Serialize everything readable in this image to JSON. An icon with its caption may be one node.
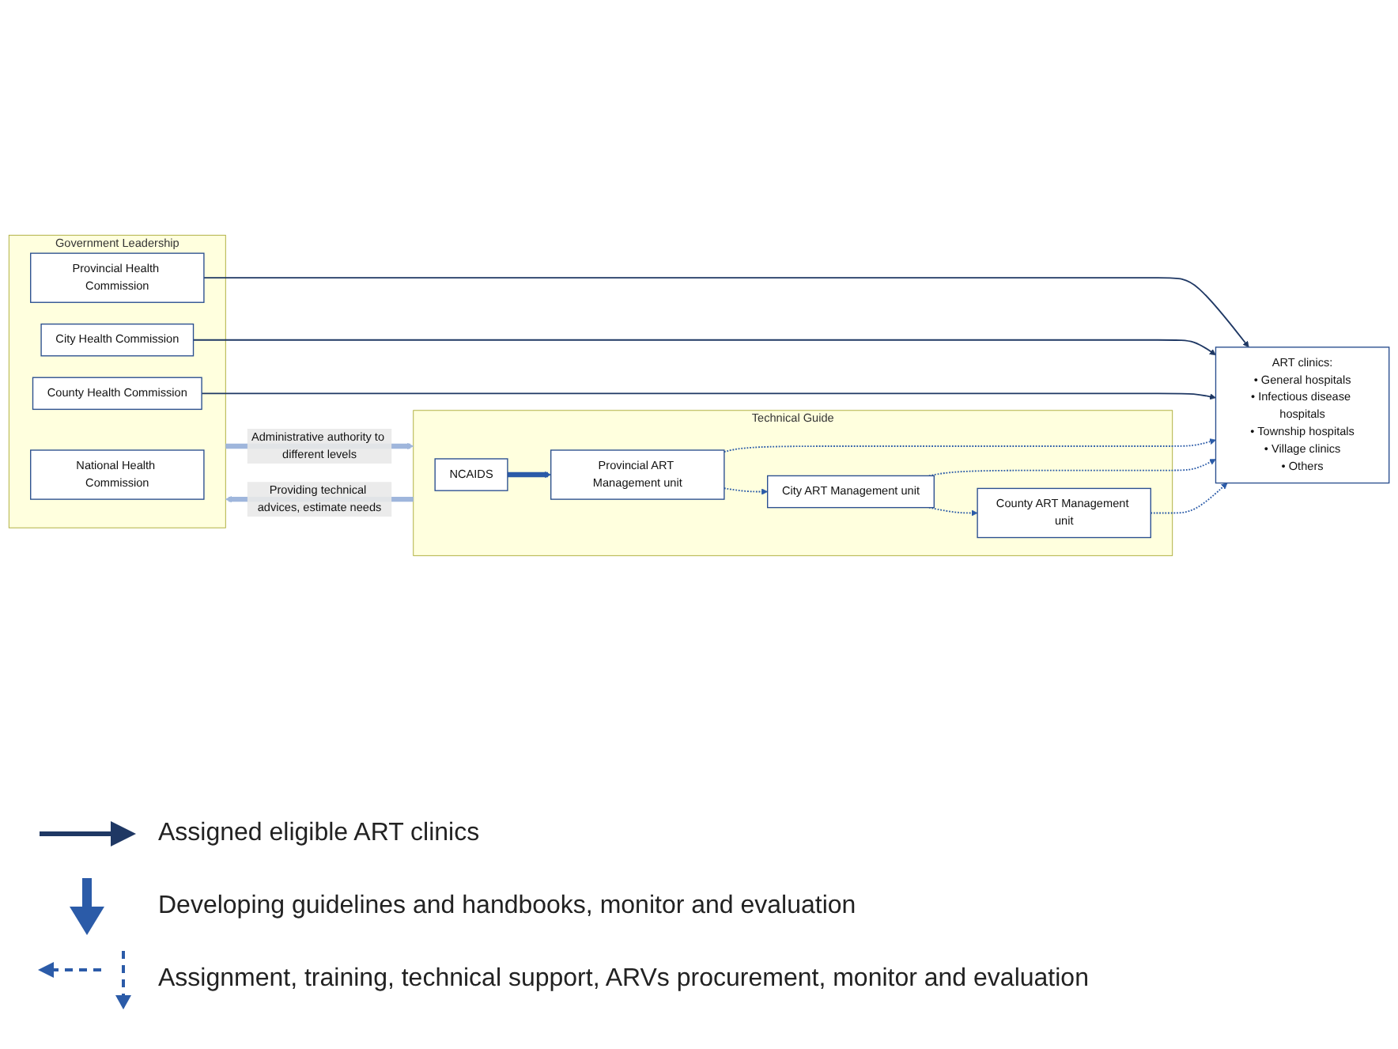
{
  "diagram": {
    "nodes": [
      {
        "text": [
          "Government Leadership"
        ]
      },
      {
        "text": [
          "National Health Commission"
        ],
        "in": 0
      },
      {
        "text": [
          "Provincial Health Commission"
        ],
        "in": 0
      },
      {
        "text": [
          "City Health Commission"
        ],
        "in": 0
      },
      {
        "text": [
          "County Health Commission"
        ],
        "in": 0
      },
      {
        "text": [
          "ART clinics:",
          "• General hospitals",
          "• Infectious disease hospitals",
          "• Township hospitals",
          "• Village clinics",
          "• Others"
        ]
      },
      {
        "text": [
          "Technical Guide"
        ]
      },
      {
        "text": [
          "NCAIDS"
        ],
        "in": 6
      },
      {
        "text": [
          "Provincial ART Management unit"
        ],
        "in": 6
      },
      {
        "text": [
          "City ART Management unit"
        ],
        "in": 6
      },
      {
        "text": [
          "County ART Management unit"
        ],
        "in": 6
      }
    ],
    "edges": [
      {
        "from": 0,
        "to": 6,
        "arrow": "to",
        "label": "Administrative authority to different levels",
        "style": "thick",
        "color": "#9fb6dc"
      },
      {
        "from": 6,
        "to": 0,
        "arrow": "to",
        "label": "Providing technical advices, estimate needs",
        "style": "thick",
        "color": "#9fb6dc"
      },
      {
        "from": 2,
        "to": 5,
        "arrow": "to",
        "color": "#1f3864"
      },
      {
        "from": 3,
        "to": 5,
        "arrow": "to",
        "color": "#1f3864"
      },
      {
        "from": 4,
        "to": 5,
        "arrow": "to",
        "color": "#1f3864"
      },
      {
        "from": 7,
        "to": 8,
        "arrow": "to",
        "style": "thick"
      },
      {
        "from": 8,
        "to": 5,
        "arrow": "to",
        "style": "dashed"
      },
      {
        "from": 9,
        "to": 5,
        "arrow": "to",
        "style": "dashed"
      },
      {
        "from": 10,
        "to": 5,
        "arrow": "to",
        "style": "dashed"
      },
      {
        "from": 8,
        "to": 9,
        "arrow": "to",
        "style": "dashed"
      },
      {
        "from": 9,
        "to": 10,
        "arrow": "to",
        "style": "dashed"
      }
    ],
    "legend": [
      {
        "text": "Assigned eligible ART clinics"
      },
      {
        "text": "Developing guidelines and handbooks, monitor and evaluation"
      },
      {
        "text": "Assignment, training, technical support, ARVs procurement, monitor  and evaluation"
      }
    ]
  }
}
